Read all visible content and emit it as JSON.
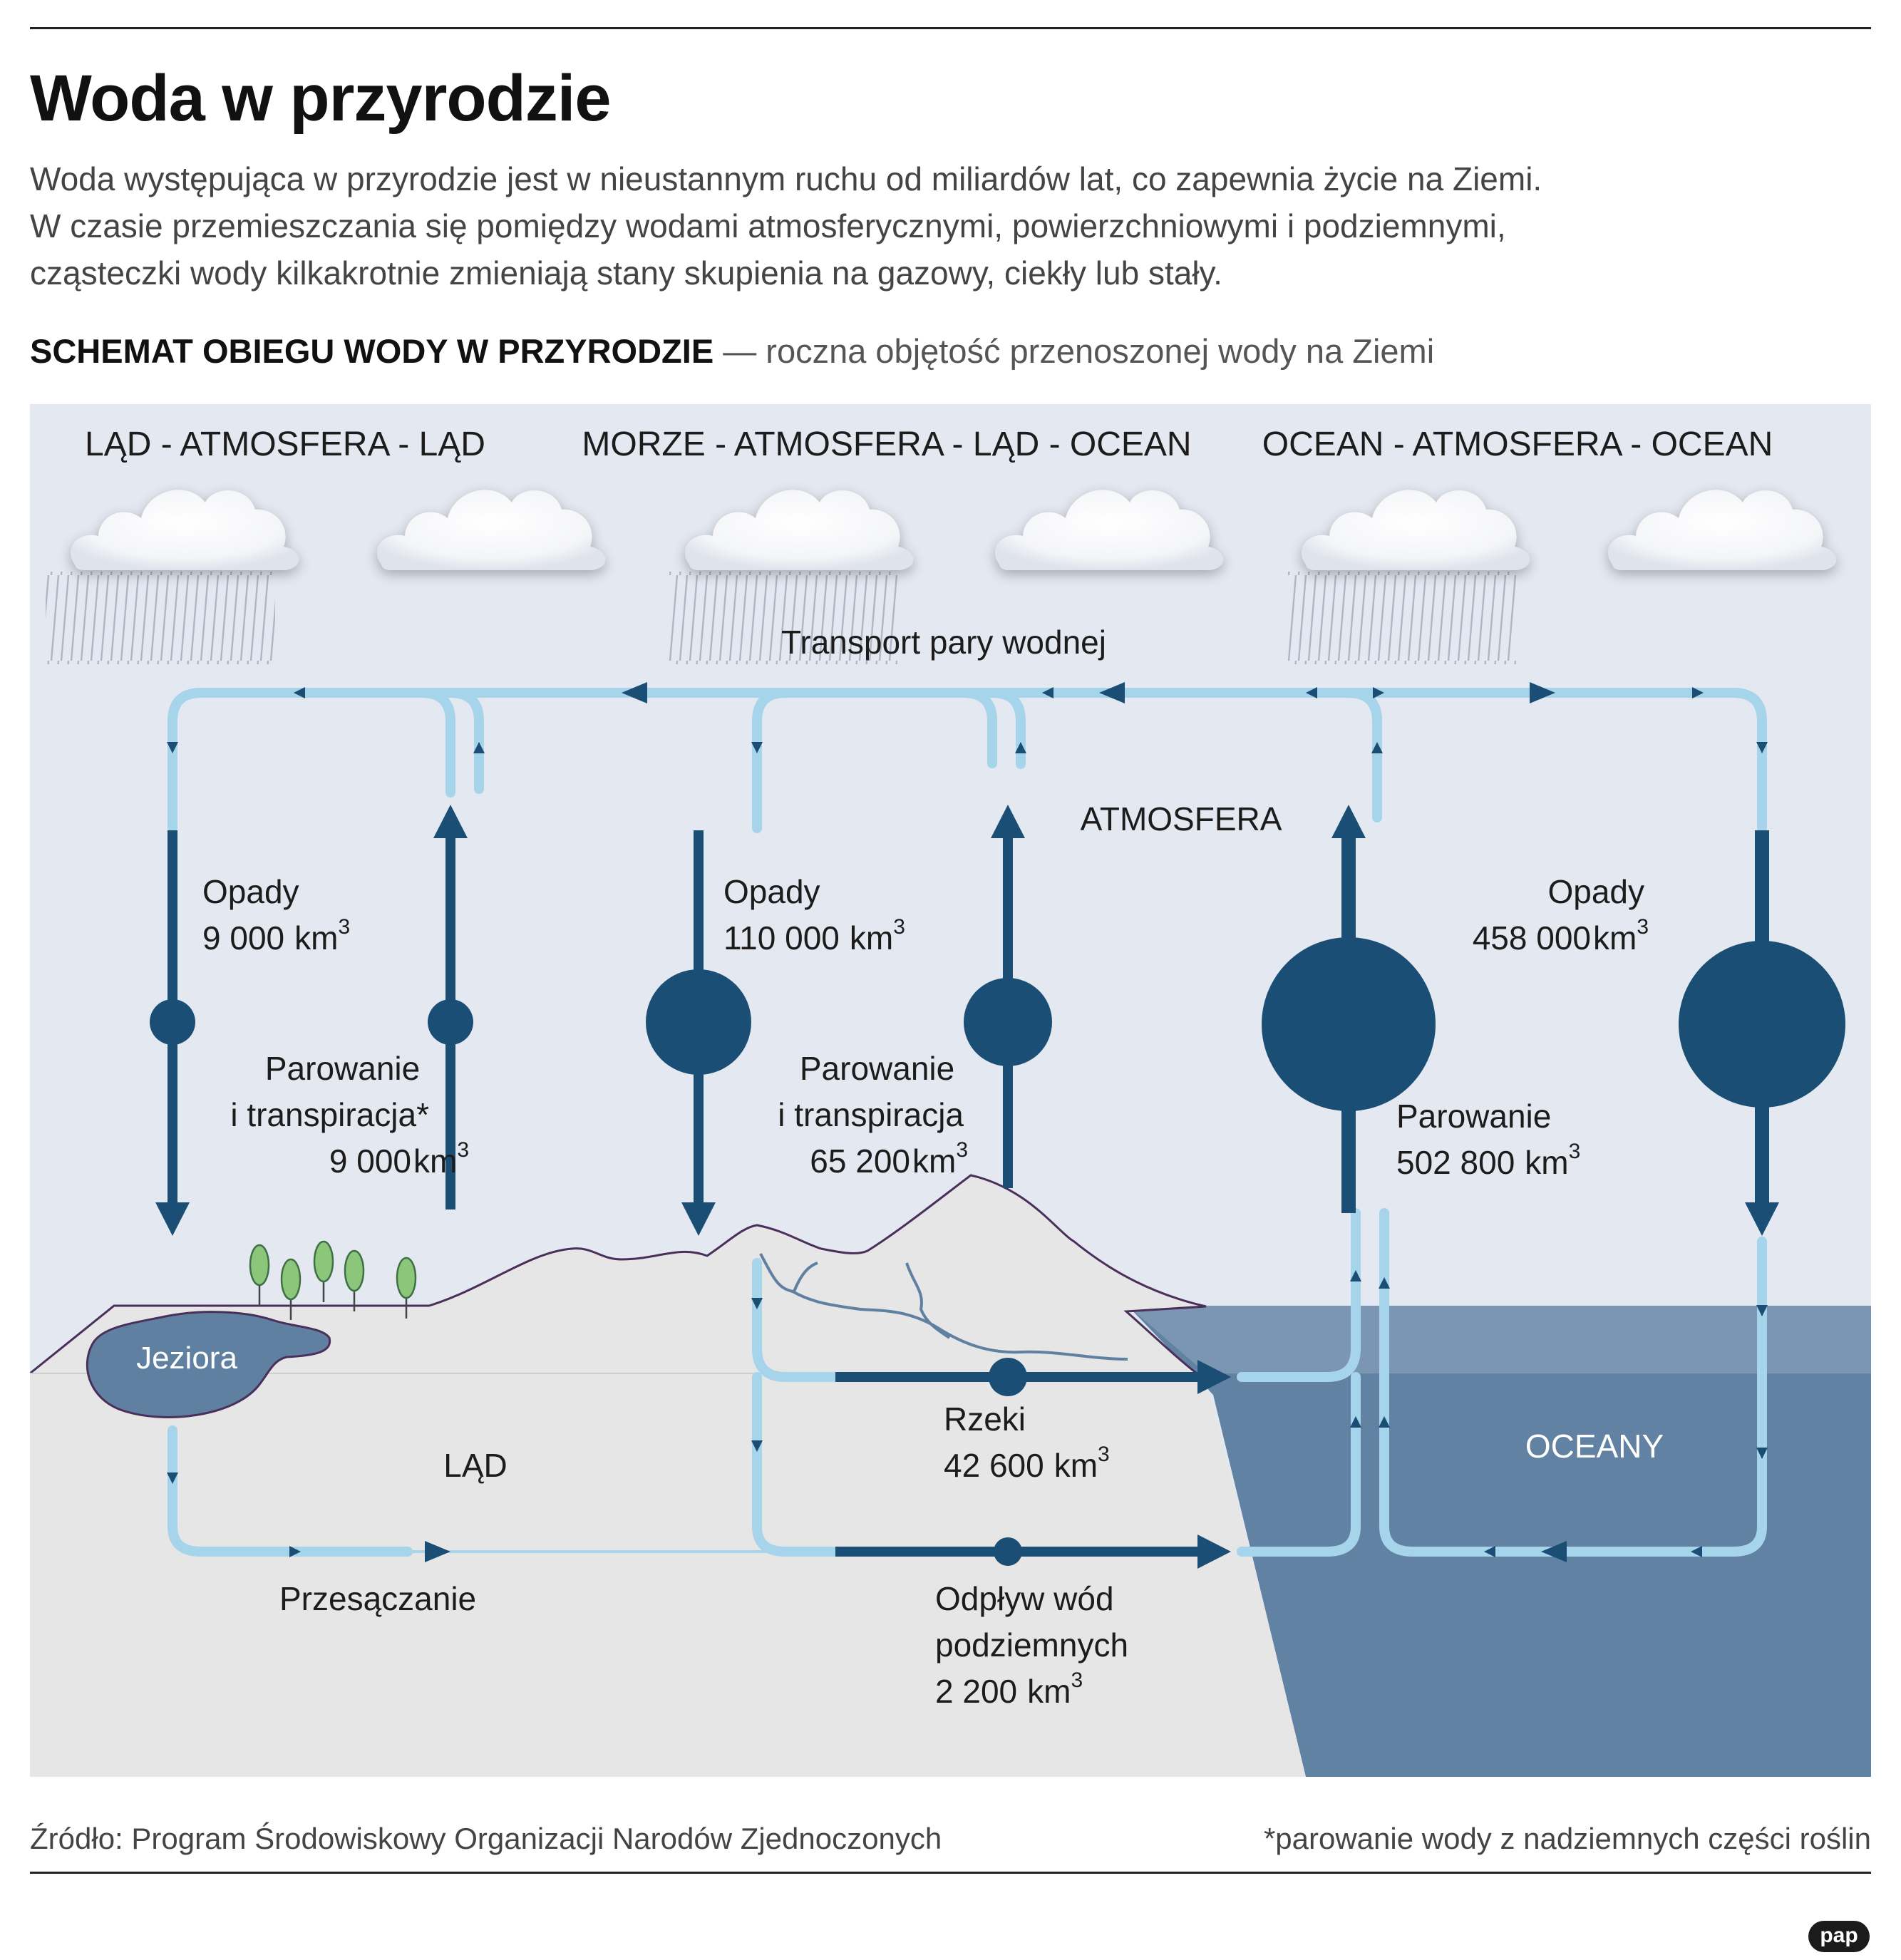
{
  "title": "Woda w przyrodzie",
  "intro": {
    "line1": "Woda występująca w przyrodzie jest w nieustannym ruchu od miliardów lat, co zapewnia życie na Ziemi.",
    "line2": "W czasie przemieszczania się pomiędzy wodami atmosferycznymi, powierzchniowymi i podziemnymi,",
    "line3": "cząsteczki wody kilkakrotnie zmieniają stany skupienia na gazowy, ciekły lub stały."
  },
  "subheading": {
    "bold": "SCHEMAT OBIEGU WODY W PRZYRODZIE",
    "rest": " — roczna objętość przenoszonej wody na Ziemi"
  },
  "cycles": {
    "land": "LĄD - ATMOSFERA - LĄD",
    "sea_land": "MORZE - ATMOSFERA - LĄD - OCEAN",
    "ocean": "OCEAN - ATMOSFERA - OCEAN"
  },
  "labels": {
    "transport": "Transport pary wodnej",
    "atmosphere": "ATMOSFERA",
    "land": "LĄD",
    "oceans": "OCEANY",
    "lakes": "Jeziora",
    "percolation": "Przesączanie",
    "unit_base": "km",
    "unit_exp": "3"
  },
  "flows": {
    "land_precip": {
      "name": "Opady",
      "value": "9 000"
    },
    "land_evap": {
      "line1": "Parowanie",
      "line2": "i transpiracja*",
      "value": "9 000"
    },
    "sea_precip": {
      "name": "Opady",
      "value": "110 000"
    },
    "sea_evap": {
      "line1": "Parowanie",
      "line2": "i transpiracja",
      "value": "65 200"
    },
    "ocean_evap": {
      "name": "Parowanie",
      "value": "502 800"
    },
    "ocean_precip": {
      "name": "Opady",
      "value": "458 000"
    },
    "rivers": {
      "name": "Rzeki",
      "value": "42 600"
    },
    "groundwater": {
      "line1": "Odpływ wód",
      "line2": "podziemnych",
      "value": "2 200"
    }
  },
  "colors": {
    "sky": "#e4e8f1",
    "land": "#e6e6e6",
    "ocean": "#6282a3",
    "ocean_surface": "#7b96b3",
    "flow_dark": "#1b4e75",
    "flow_light": "#a6d4ea",
    "lake": "#5f80a1",
    "tree": "#8cc67a"
  },
  "footer": {
    "source": "Źródło: Program Środowiskowy Organizacji Narodów Zjednoczonych",
    "footnote": "*parowanie wody z nadziemnych części roślin",
    "logo": "pap"
  }
}
